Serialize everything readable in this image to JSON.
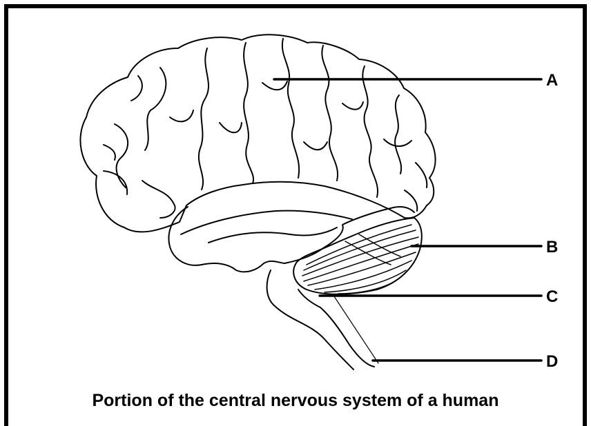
{
  "labels": {
    "a": "A",
    "b": "B",
    "c": "C",
    "d": "D"
  },
  "caption": "Portion of the central nervous system of a human",
  "colors": {
    "line": "#000000",
    "background": "#ffffff"
  }
}
